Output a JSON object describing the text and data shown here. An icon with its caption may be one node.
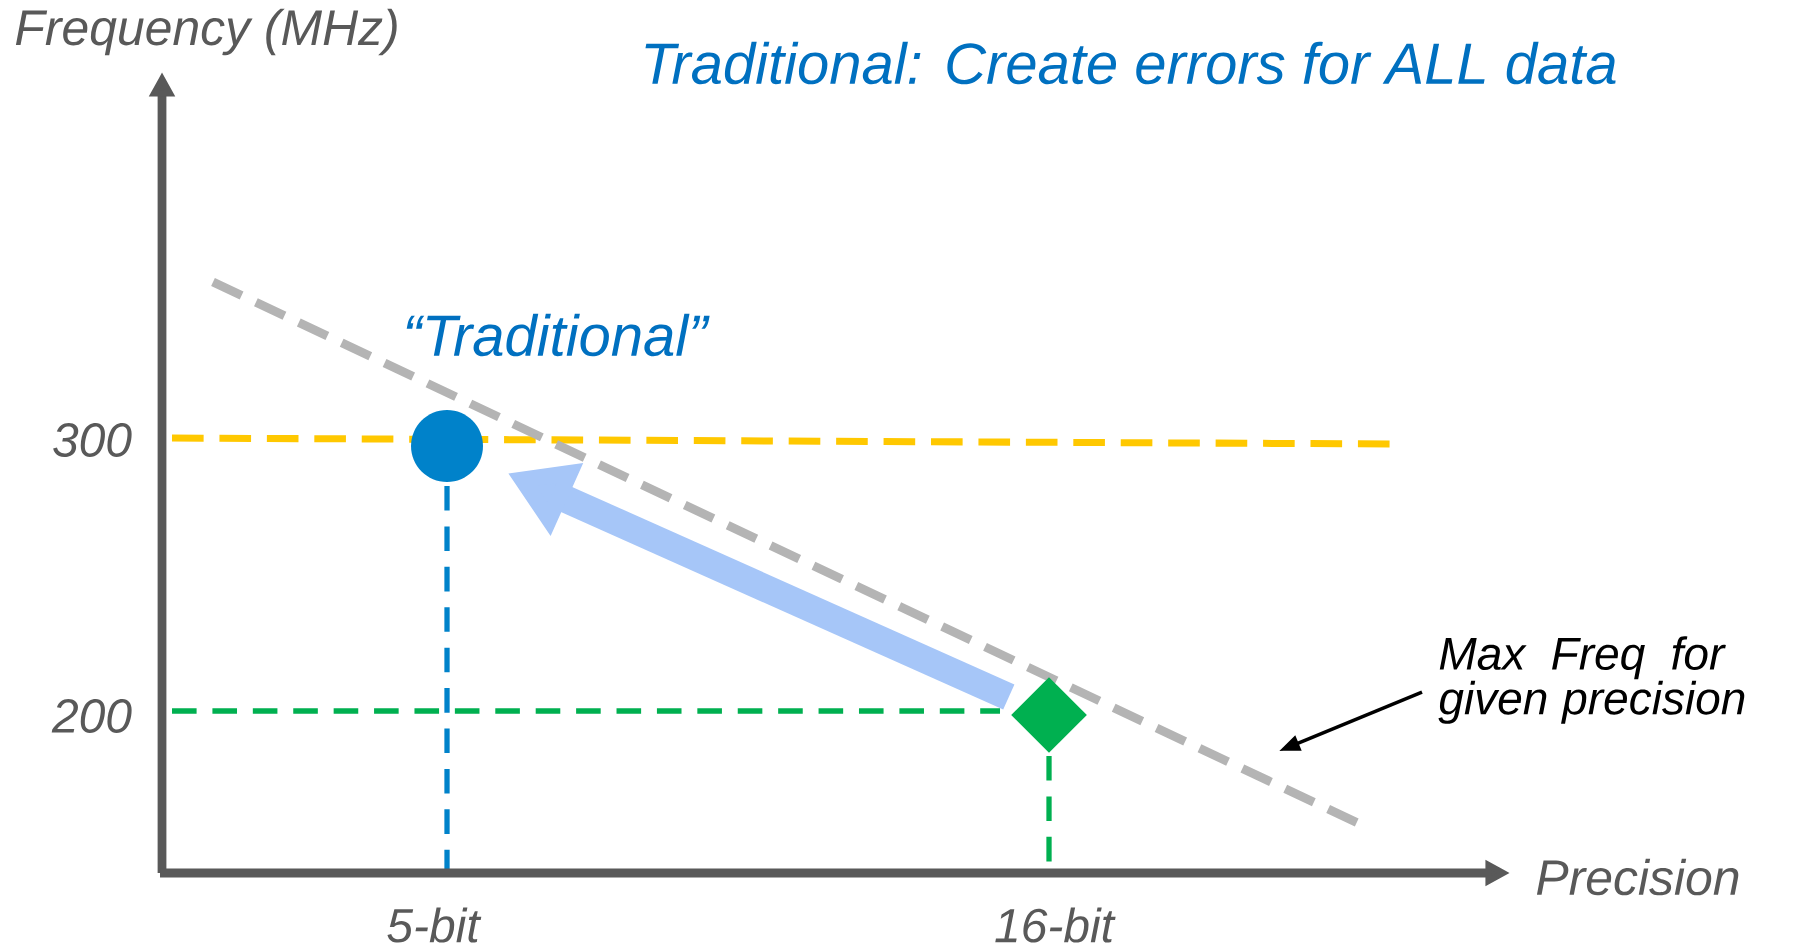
{
  "diagram": {
    "title": "Traditional: Create errors for ALL data",
    "nodes": [
      {
        "text": [],
        "shape": "circle"
      },
      {
        "text": [],
        "shape": "diamond"
      },
      {
        "text": [
          "Max Freq for given precision"
        ]
      }
    ],
    "edges": [
      {
        "from": 1,
        "to": 0,
        "arrow": "to",
        "style": "thick",
        "color": "#a6c6f8"
      },
      {
        "from": 2,
        "to": null,
        "arrow": "to",
        "color": "#000000"
      }
    ],
    "labels": [
      "Frequency (MHz)",
      "“Traditional”",
      "300",
      "200",
      "Precision",
      "5-bit",
      "16-bit"
    ]
  }
}
